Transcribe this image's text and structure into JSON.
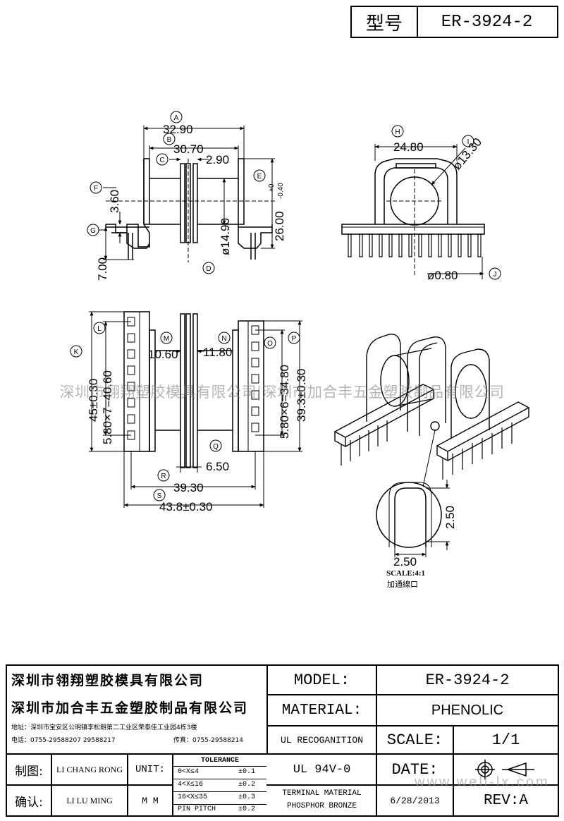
{
  "header": {
    "type_label": "型号",
    "type_value": "ER-3924-2"
  },
  "drawing": {
    "top_left": {
      "A": "A",
      "B": "B",
      "C": "C",
      "D": "D",
      "E": "E",
      "F": "F",
      "G": "G",
      "dim_A": "32.90",
      "dim_B": "30.70",
      "dim_C": "2.90",
      "dim_D": "ø14.90",
      "dim_E": "26.00",
      "dim_E_tol_plus": "+0",
      "dim_E_tol_minus": "-0.40",
      "dim_F": "3.60",
      "dim_G": "7.00"
    },
    "top_right": {
      "H": "H",
      "I": "I",
      "J": "J",
      "dim_H": "24.80",
      "dim_I": "ø13.30",
      "dim_J": "ø0.80"
    },
    "bottom_left": {
      "K": "K",
      "L": "L",
      "M": "M",
      "N": "N",
      "O": "O",
      "P": "P",
      "Q": "Q",
      "R": "R",
      "S": "S",
      "dim_K": "45±0.30",
      "dim_L": "5.80×7=40.60",
      "dim_M": "10.60",
      "dim_N": "11.80",
      "dim_O": "5.80×6=34.80",
      "dim_P": "39.3±0.30",
      "dim_Q": "6.50",
      "dim_R": "39.30",
      "dim_S": "43.8±0.30"
    },
    "detail": {
      "dim_h": "2.50",
      "dim_v": "2.50",
      "scale": "SCALE:4:1",
      "note": "加通線口"
    }
  },
  "watermark": {
    "text": "深圳市翎翔塑胶模具有限公司|深圳市加合丰五金塑胶制品有限公司",
    "site": "www.well-lx.com"
  },
  "title_block": {
    "company1": "深圳市翎翔塑胶模具有限公司",
    "company2": "深圳市加合丰五金塑胶制品有限公司",
    "address": "地址：深圳市宝安区公明镇李松朗第二工业区荣泰佳工业园4栋3楼",
    "phone": "电话：0755-29588207 29588217",
    "fax": "传真：0755-29588214",
    "model_label": "MODEL:",
    "model_value": "ER-3924-2",
    "material_label": "MATERIAL:",
    "material_value": "PHENOLIC",
    "ul_label": "UL RECOGANITION",
    "ul_value": "UL 94V-0",
    "scale_label": "SCALE:",
    "scale_value": "1/1",
    "date_label": "DATE:",
    "date_value": "6/28/2013",
    "rev_label": "REV:A",
    "terminal_label1": "TERMINAL MATERIAL",
    "terminal_label2": "PHOSPHOR  BRONZE",
    "draw_label": "制图:",
    "draw_name": "LI CHANG RONG",
    "check_label": "确认:",
    "check_name": "LI LU MING",
    "unit_label": "UNIT:",
    "unit_value": "M M",
    "tolerance_title": "TOLERANCE",
    "tolerance": [
      {
        "range": "0<X≤4",
        "tol": "±0.1"
      },
      {
        "range": "4<X≤16",
        "tol": "±0.2"
      },
      {
        "range": "16<X≤35",
        "tol": "±0.3"
      },
      {
        "range": "PIN PITCH",
        "tol": "±0.2"
      }
    ]
  }
}
